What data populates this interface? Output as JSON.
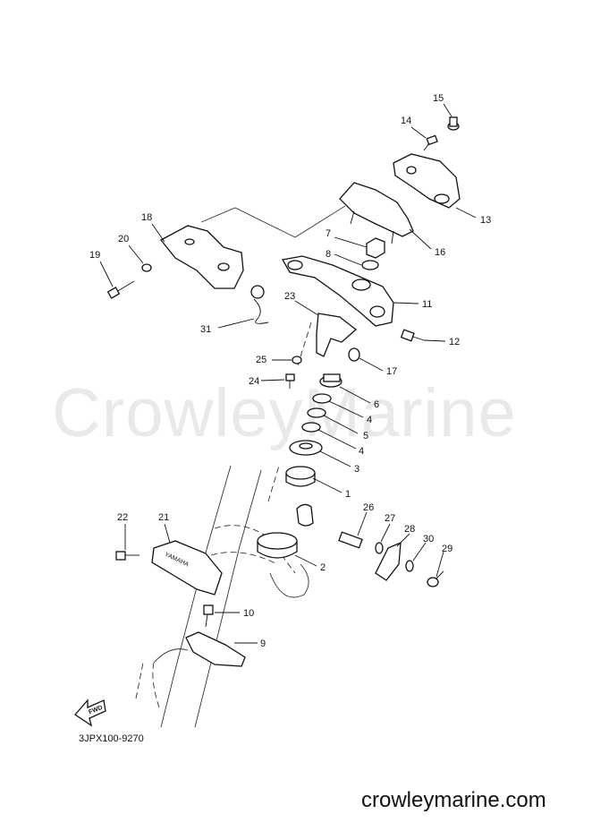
{
  "watermark_text": "CrowleyMarine",
  "site_url": "crowleymarine.com",
  "diagram_code": "3JPX100-9270",
  "fwd_label": "FWD",
  "bracket_brand_text": "YAMAHA",
  "callouts": [
    "15",
    "14",
    "13",
    "16",
    "18",
    "20",
    "19",
    "7",
    "8",
    "11",
    "23",
    "31",
    "12",
    "25",
    "17",
    "24",
    "6",
    "4",
    "5",
    "4",
    "3",
    "1",
    "22",
    "21",
    "26",
    "27",
    "28",
    "30",
    "29",
    "2",
    "10",
    "9"
  ]
}
